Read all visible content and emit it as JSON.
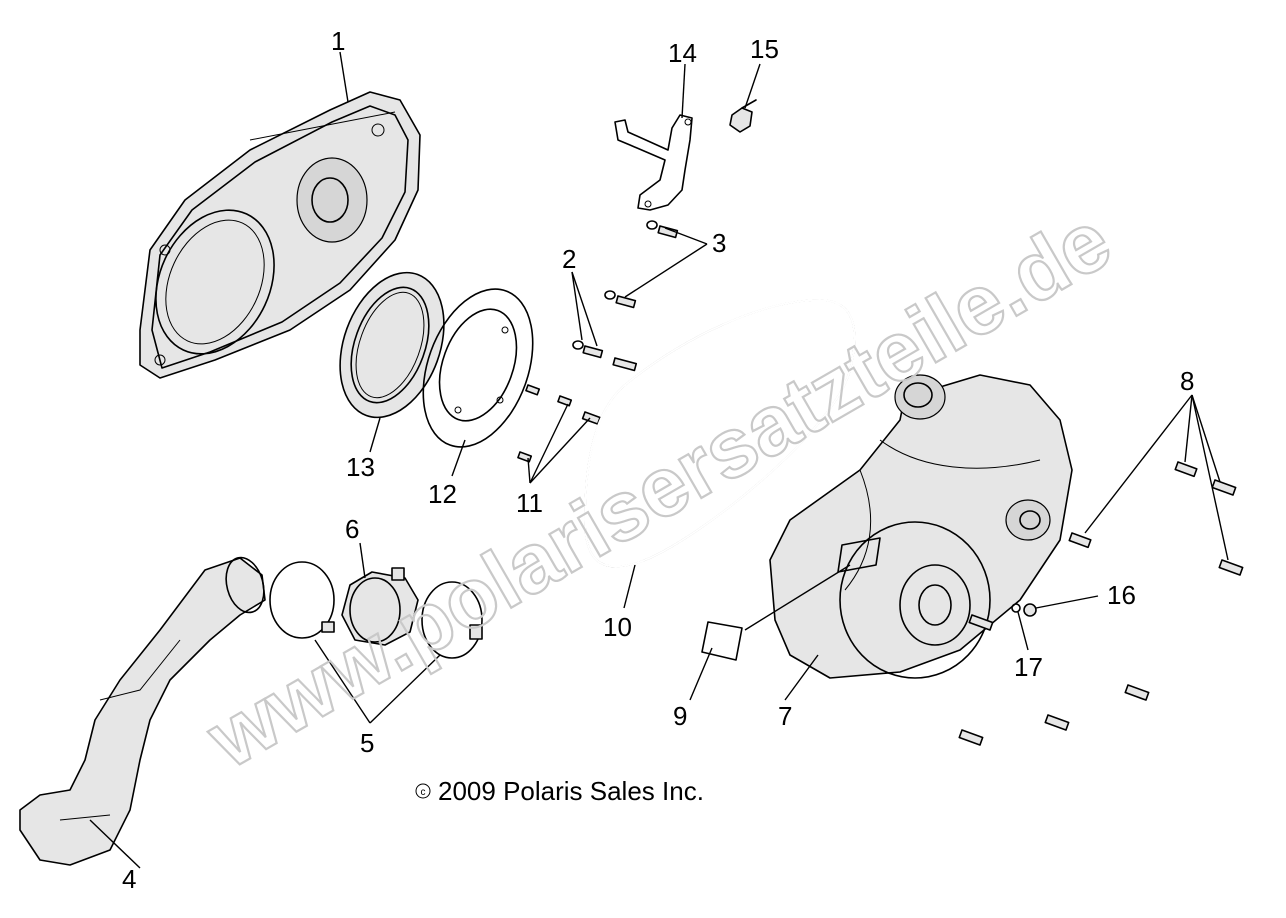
{
  "diagram": {
    "watermark": "www.polarisersatzteile.de",
    "copyright": "2009 Polaris Sales Inc.",
    "copyright_symbol": "c",
    "callouts": {
      "c1": "1",
      "c2": "2",
      "c3": "3",
      "c4": "4",
      "c5": "5",
      "c6": "6",
      "c7": "7",
      "c8": "8",
      "c9": "9",
      "c10": "10",
      "c11": "11",
      "c12": "12",
      "c13": "13",
      "c14": "14",
      "c15": "15",
      "c16": "16",
      "c17": "17"
    }
  }
}
